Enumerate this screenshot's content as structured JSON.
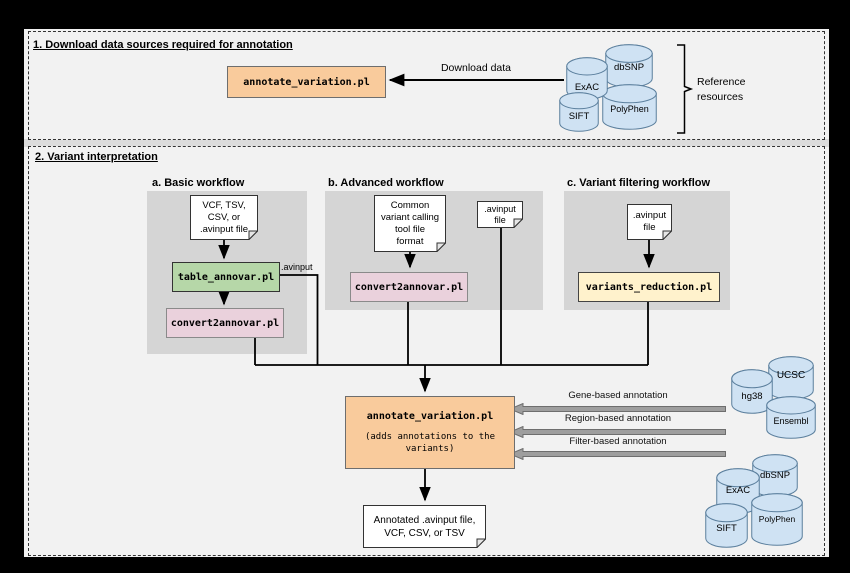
{
  "colors": {
    "frame_bg": "#000000",
    "canvas_bg": "#f2f2f2",
    "workflow_bg": "#d5d5d5",
    "orange": "#f9cb9c",
    "green": "#b6d7a8",
    "pink": "#ead1dc",
    "yellow": "#fff2cc",
    "cylinder_fill": "#cfe2f3",
    "cylinder_stroke": "#5b7f9d",
    "block_arrow_fill": "#9e9e9e",
    "block_arrow_stroke": "#6e6e6e"
  },
  "section1": {
    "title": "1. Download data sources required for annotation",
    "tool": "annotate_variation.pl",
    "download_label": "Download data",
    "databases": [
      "ExAC",
      "dbSNP",
      "SIFT",
      "PolyPhen"
    ],
    "bracket_label": "Reference\nresources"
  },
  "section2": {
    "title": "2. Variant interpretation",
    "basic": {
      "title": "a. Basic workflow",
      "input_doc": "VCF, TSV,\nCSV, or\n.avinput file",
      "tool1": "table_annovar.pl",
      "edge_label": ".avinput",
      "tool2": "convert2annovar.pl"
    },
    "advanced": {
      "title": "b. Advanced workflow",
      "input_doc": "Common\nvariant calling\ntool file\nformat",
      "tool": "convert2annovar.pl",
      "avinput_doc": ".avinput\nfile"
    },
    "filtering": {
      "title": "c. Variant filtering workflow",
      "input_doc": ".avinput\nfile",
      "tool": "variants_reduction.pl"
    },
    "annotate": {
      "title": "annotate_variation.pl",
      "subtitle": "(adds annotations to the\nvariants)"
    },
    "annotations": [
      "Gene-based annotation",
      "Region-based annotation",
      "Filter-based annotation"
    ],
    "genome_dbs": [
      "UCSC",
      "hg38",
      "Ensembl"
    ],
    "variant_dbs": [
      "dbSNP",
      "ExAC",
      "PolyPhen",
      "SIFT"
    ],
    "output_doc": "Annotated .avinput file,\nVCF, CSV, or TSV"
  }
}
